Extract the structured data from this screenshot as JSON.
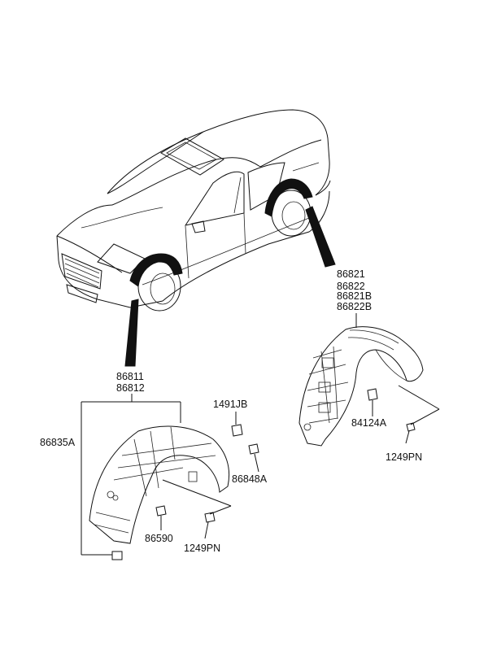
{
  "colors": {
    "ink": "#111111",
    "background": "#ffffff"
  },
  "illustration": {
    "vehicle": "sedan-car-icon"
  },
  "callouts": {
    "rear_group": [
      "86821",
      "86822",
      "86821B",
      "86822B"
    ],
    "front_group": [
      "86811",
      "86812"
    ],
    "part_86835A": "86835A",
    "part_1491JB": "1491JB",
    "part_86848A": "86848A",
    "part_86590": "86590",
    "part_1249PN_front": "1249PN",
    "part_84124A": "84124A",
    "part_1249PN_rear": "1249PN"
  }
}
